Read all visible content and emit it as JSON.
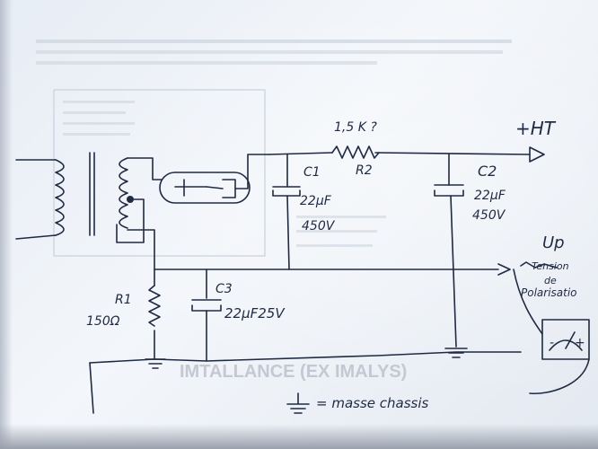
{
  "labels": {
    "r2_value": "1,5 K ?",
    "r2_name": "R2",
    "ht": "+HT",
    "c1_name": "C1",
    "c1_cap": "22µF",
    "c1_volt": "450V",
    "c2_name": "C2",
    "c2_cap": "22µF",
    "c2_volt": "450V",
    "up": "Up",
    "tension": "Tension",
    "de": "de",
    "polarisation": "Polarisatio",
    "c3_name": "C3",
    "c3_rating": "22µF25V",
    "r1_name": "R1",
    "r1_value": "150Ω",
    "legend_text": "= masse chassis"
  },
  "meter": {
    "minus": "-",
    "plus": "+"
  },
  "ghost": {
    "bottom_title": "IMTALLANCE (EX IMALYS)"
  },
  "colors": {
    "ink": "#1f2a44",
    "paper": "#eef2f7"
  }
}
